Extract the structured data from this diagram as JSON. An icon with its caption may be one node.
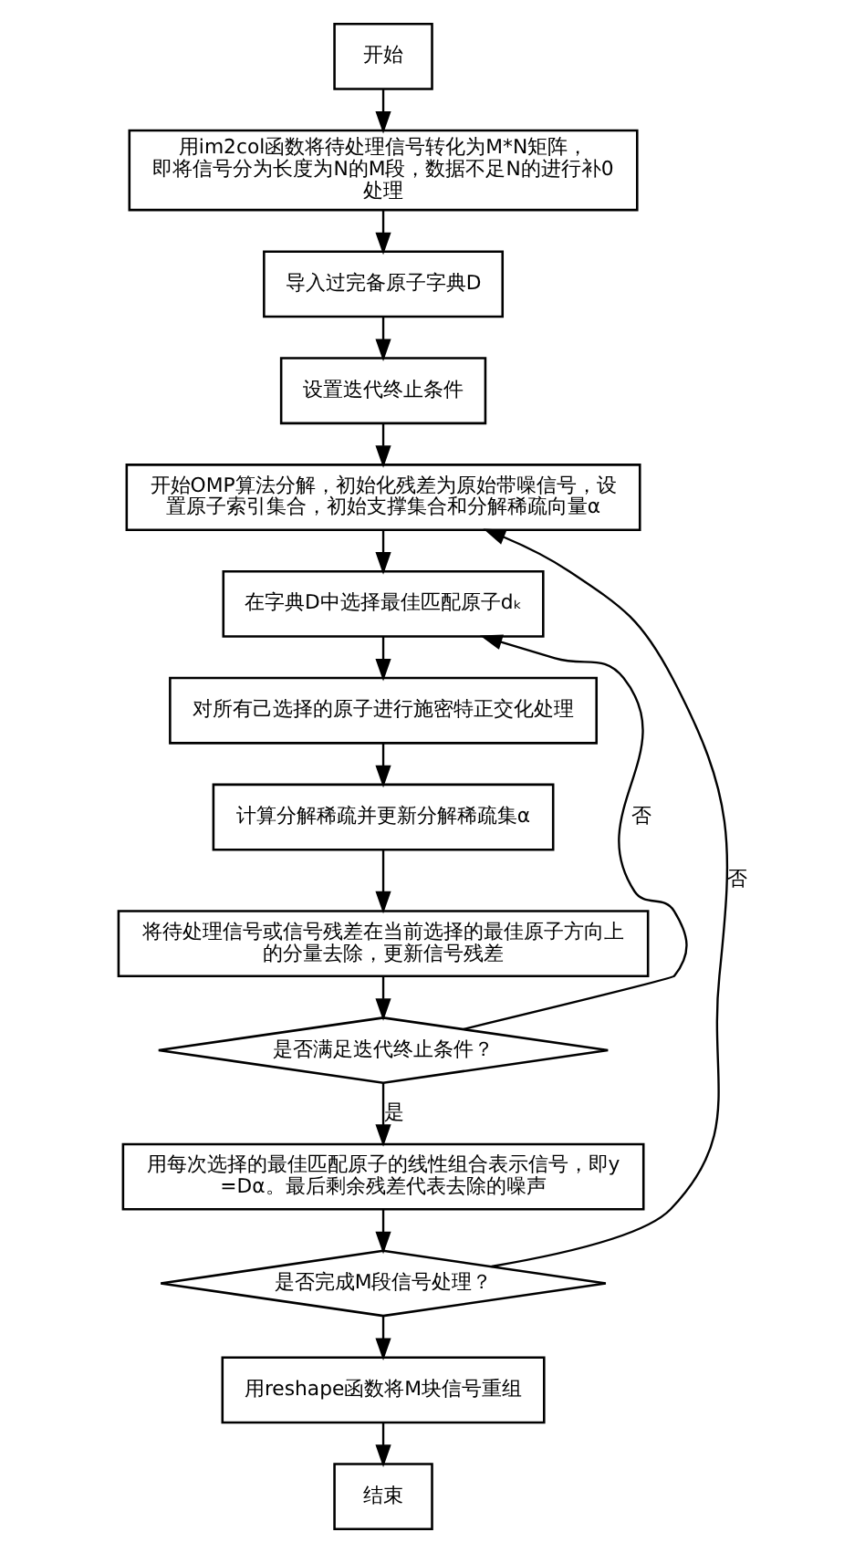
{
  "diagram": {
    "nodes": [
      {
        "text": [
          "开始"
        ]
      },
      {
        "text": [
          "用im2col函数将待处理信号转化为M*N矩阵，即将信号分为长度为N的M段，数据不足N的进行补0处理"
        ]
      },
      {
        "text": [
          "导入过完备原子字典D"
        ]
      },
      {
        "text": [
          "设置迭代终止条件"
        ]
      },
      {
        "text": [
          "开始OMP算法分解，初始化残差为原始带噪信号，设置原子索引集合，初始支撑集合和分解稀疏向量α"
        ]
      },
      {
        "text": [
          "在字典D中选择最佳匹配原子dₖ"
        ]
      },
      {
        "text": [
          "对所有己选择的原子进行施密特正交化处理"
        ]
      },
      {
        "text": [
          "计算分解稀疏并更新分解稀疏集α"
        ]
      },
      {
        "text": [
          "将待处理信号或信号残差在当前选择的最佳原子方向上的分量去除，更新信号残差"
        ]
      },
      {
        "text": [
          "是否满足迭代终止条件？"
        ]
      },
      {
        "text": [
          "用每次选择的最佳匹配原子的线性组合表示信号，即y=Dα。最后剩余残差代表去除的噪声"
        ]
      },
      {
        "text": [
          "是否完成M段信号处理？"
        ]
      },
      {
        "text": [
          "用reshape函数将M块信号重组"
        ]
      },
      {
        "text": [
          "结束"
        ]
      }
    ],
    "edges": [
      {
        "from": 0,
        "to": 1,
        "arrow": "to"
      },
      {
        "from": 1,
        "to": 2,
        "arrow": "to"
      },
      {
        "from": 2,
        "to": 3,
        "arrow": "to"
      },
      {
        "from": 3,
        "to": 4,
        "arrow": "to"
      },
      {
        "from": 4,
        "to": 5,
        "arrow": "to"
      },
      {
        "from": 5,
        "to": 6,
        "arrow": "to"
      },
      {
        "from": 6,
        "to": 7,
        "arrow": "to"
      },
      {
        "from": 7,
        "to": 8,
        "arrow": "to"
      },
      {
        "from": 8,
        "to": 9,
        "arrow": "to"
      },
      {
        "from": 9,
        "to": 5,
        "arrow": "to",
        "label": "否"
      },
      {
        "from": 9,
        "to": 10,
        "arrow": "to",
        "label": "是"
      },
      {
        "from": 10,
        "to": 11,
        "arrow": "to"
      },
      {
        "from": 11,
        "to": 4,
        "arrow": "to",
        "label": "否"
      },
      {
        "from": 11,
        "to": 12,
        "arrow": "to"
      },
      {
        "from": 12,
        "to": 13,
        "arrow": "to"
      }
    ]
  }
}
